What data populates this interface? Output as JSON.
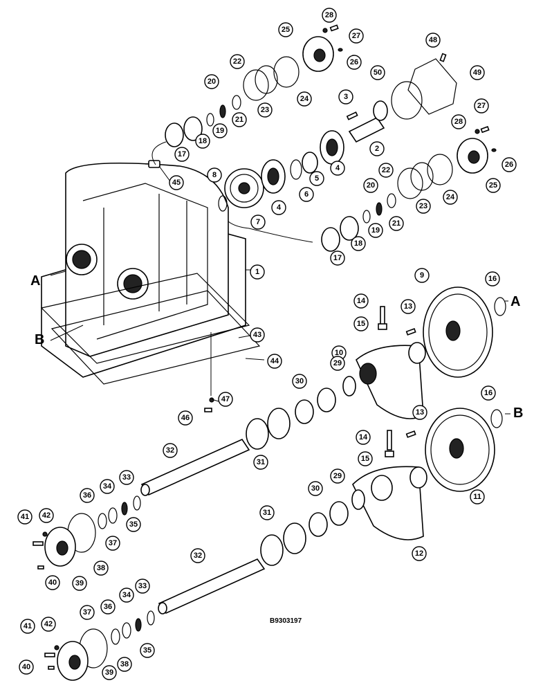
{
  "figure_id": "B9303197",
  "reference_letters": [
    "A",
    "B",
    "A",
    "B"
  ],
  "callouts": [
    {
      "id": "c1",
      "label": "1"
    },
    {
      "id": "c2",
      "label": "2"
    },
    {
      "id": "c3",
      "label": "3"
    },
    {
      "id": "c4a",
      "label": "4"
    },
    {
      "id": "c4b",
      "label": "4"
    },
    {
      "id": "c5",
      "label": "5"
    },
    {
      "id": "c6",
      "label": "6"
    },
    {
      "id": "c7",
      "label": "7"
    },
    {
      "id": "c8",
      "label": "8"
    },
    {
      "id": "c9",
      "label": "9"
    },
    {
      "id": "c10",
      "label": "10"
    },
    {
      "id": "c11",
      "label": "11"
    },
    {
      "id": "c12",
      "label": "12"
    },
    {
      "id": "c13a",
      "label": "13"
    },
    {
      "id": "c13b",
      "label": "13"
    },
    {
      "id": "c14a",
      "label": "14"
    },
    {
      "id": "c14b",
      "label": "14"
    },
    {
      "id": "c15a",
      "label": "15"
    },
    {
      "id": "c15b",
      "label": "15"
    },
    {
      "id": "c16a",
      "label": "16"
    },
    {
      "id": "c16b",
      "label": "16"
    },
    {
      "id": "c17a",
      "label": "17"
    },
    {
      "id": "c17b",
      "label": "17"
    },
    {
      "id": "c18a",
      "label": "18"
    },
    {
      "id": "c18b",
      "label": "18"
    },
    {
      "id": "c19a",
      "label": "19"
    },
    {
      "id": "c19b",
      "label": "19"
    },
    {
      "id": "c20a",
      "label": "20"
    },
    {
      "id": "c20b",
      "label": "20"
    },
    {
      "id": "c21a",
      "label": "21"
    },
    {
      "id": "c21b",
      "label": "21"
    },
    {
      "id": "c22a",
      "label": "22"
    },
    {
      "id": "c22b",
      "label": "22"
    },
    {
      "id": "c23a",
      "label": "23"
    },
    {
      "id": "c23b",
      "label": "23"
    },
    {
      "id": "c24a",
      "label": "24"
    },
    {
      "id": "c24b",
      "label": "24"
    },
    {
      "id": "c25a",
      "label": "25"
    },
    {
      "id": "c25b",
      "label": "25"
    },
    {
      "id": "c26a",
      "label": "26"
    },
    {
      "id": "c26b",
      "label": "26"
    },
    {
      "id": "c27a",
      "label": "27"
    },
    {
      "id": "c27b",
      "label": "27"
    },
    {
      "id": "c28a",
      "label": "28"
    },
    {
      "id": "c28b",
      "label": "28"
    },
    {
      "id": "c29a",
      "label": "29"
    },
    {
      "id": "c29b",
      "label": "29"
    },
    {
      "id": "c30a",
      "label": "30"
    },
    {
      "id": "c30b",
      "label": "30"
    },
    {
      "id": "c31a",
      "label": "31"
    },
    {
      "id": "c31b",
      "label": "31"
    },
    {
      "id": "c32a",
      "label": "32"
    },
    {
      "id": "c32b",
      "label": "32"
    },
    {
      "id": "c33a",
      "label": "33"
    },
    {
      "id": "c33b",
      "label": "33"
    },
    {
      "id": "c34a",
      "label": "34"
    },
    {
      "id": "c34b",
      "label": "34"
    },
    {
      "id": "c35a",
      "label": "35"
    },
    {
      "id": "c35b",
      "label": "35"
    },
    {
      "id": "c36a",
      "label": "36"
    },
    {
      "id": "c36b",
      "label": "36"
    },
    {
      "id": "c37a",
      "label": "37"
    },
    {
      "id": "c37b",
      "label": "37"
    },
    {
      "id": "c38a",
      "label": "38"
    },
    {
      "id": "c38b",
      "label": "38"
    },
    {
      "id": "c39a",
      "label": "39"
    },
    {
      "id": "c39b",
      "label": "39"
    },
    {
      "id": "c40a",
      "label": "40"
    },
    {
      "id": "c40b",
      "label": "40"
    },
    {
      "id": "c41a",
      "label": "41"
    },
    {
      "id": "c41b",
      "label": "41"
    },
    {
      "id": "c42a",
      "label": "42"
    },
    {
      "id": "c42b",
      "label": "42"
    },
    {
      "id": "c43",
      "label": "43"
    },
    {
      "id": "c44",
      "label": "44"
    },
    {
      "id": "c45",
      "label": "45"
    },
    {
      "id": "c46",
      "label": "46"
    },
    {
      "id": "c47",
      "label": "47"
    },
    {
      "id": "c48",
      "label": "48"
    },
    {
      "id": "c49",
      "label": "49"
    },
    {
      "id": "c50",
      "label": "50"
    }
  ]
}
